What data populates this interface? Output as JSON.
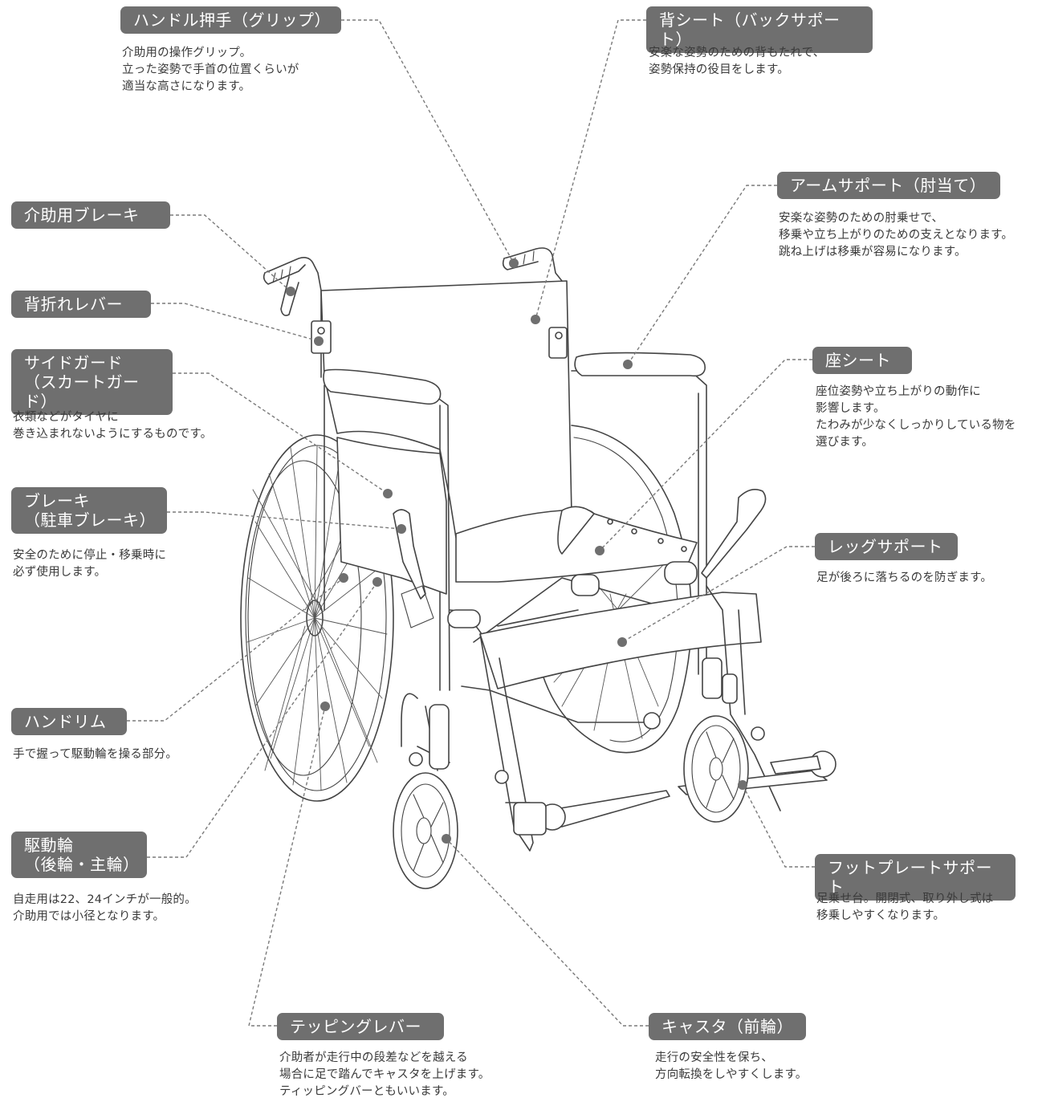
{
  "parts": [
    {
      "id": "handle-grip",
      "label": "ハンドル押手（グリップ）",
      "desc": "介助用の操作グリップ。\n立った姿勢で手首の位置くらいが\n適当な高さになります。"
    },
    {
      "id": "back-seat",
      "label": "背シート（バックサポート）",
      "desc": "安楽な姿勢のための背もたれで、\n姿勢保持の役目をします。"
    },
    {
      "id": "arm-support",
      "label": "アームサポート（肘当て）",
      "desc": "安楽な姿勢のための肘乗せで、\n移乗や立ち上がりのための支えとなります。\n跳ね上げは移乗が容易になります。"
    },
    {
      "id": "assist-brake",
      "label": "介助用ブレーキ",
      "desc": ""
    },
    {
      "id": "back-fold-lever",
      "label": "背折れレバー",
      "desc": ""
    },
    {
      "id": "side-guard",
      "label": "サイドガード\n（スカートガード）",
      "desc": "衣類などがタイヤに\n巻き込まれないようにするものです。"
    },
    {
      "id": "seat",
      "label": "座シート",
      "desc": "座位姿勢や立ち上がりの動作に\n影響します。\nたわみが少なくしっかりしている物を\n選びます。"
    },
    {
      "id": "parking-brake",
      "label": "ブレーキ\n（駐車ブレーキ）",
      "desc": "安全のために停止・移乗時に\n必ず使用します。"
    },
    {
      "id": "leg-support",
      "label": "レッグサポート",
      "desc": "足が後ろに落ちるのを防ぎます。"
    },
    {
      "id": "hand-rim",
      "label": "ハンドリム",
      "desc": "手で握って駆動輪を操る部分。"
    },
    {
      "id": "drive-wheel",
      "label": "駆動輪\n（後輪・主輪）",
      "desc": "自走用は22、24インチが一般的。\n介助用では小径となります。"
    },
    {
      "id": "foot-plate",
      "label": "フットプレートサポート",
      "desc": "足乗せ台。開閉式、取り外し式は\n移乗しやすくなります。"
    },
    {
      "id": "tipping-lever",
      "label": "テッピングレバー",
      "desc": "介助者が走行中の段差などを越える\n場合に足で踏んでキャスタを上げます。\nティッピングバーともいいます。"
    },
    {
      "id": "caster",
      "label": "キャスタ（前輪）",
      "desc": "走行の安全性を保ち、\n方向転換をしやすくします。"
    }
  ]
}
